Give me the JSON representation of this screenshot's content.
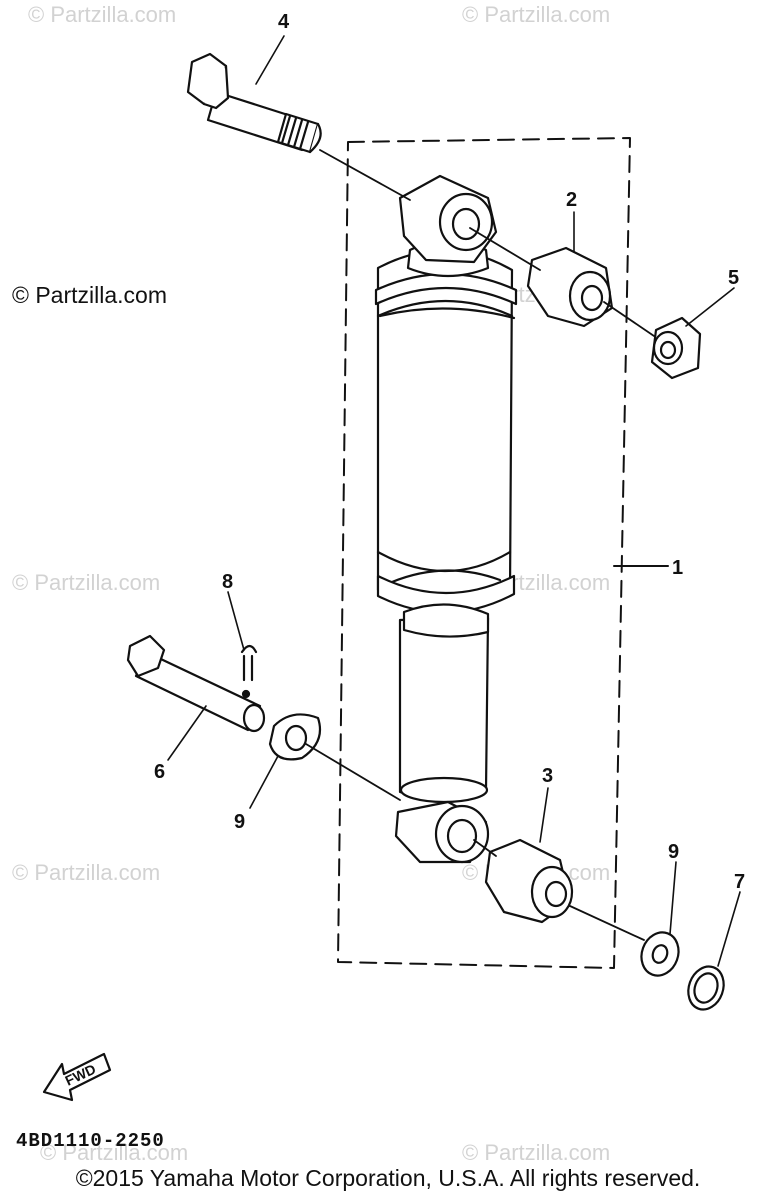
{
  "watermarks": [
    "© Partzilla.com",
    "© Partzilla.com",
    "© Partzilla.com",
    "© Partzilla.com",
    "© Partzilla.com",
    "© Partzilla.com",
    "© Partzilla.com",
    "© Partzilla.com",
    "© Partzilla.com",
    "© Partzilla.com"
  ],
  "watermark_prominent": "© Partzilla.com",
  "callouts": [
    "1",
    "2",
    "3",
    "4",
    "5",
    "6",
    "7",
    "8",
    "9",
    "9"
  ],
  "fwd_label": "FWD",
  "part_code": "4BD1110-2250",
  "copyright": "©2015 Yamaha Motor Corporation, U.S.A. All rights reserved."
}
